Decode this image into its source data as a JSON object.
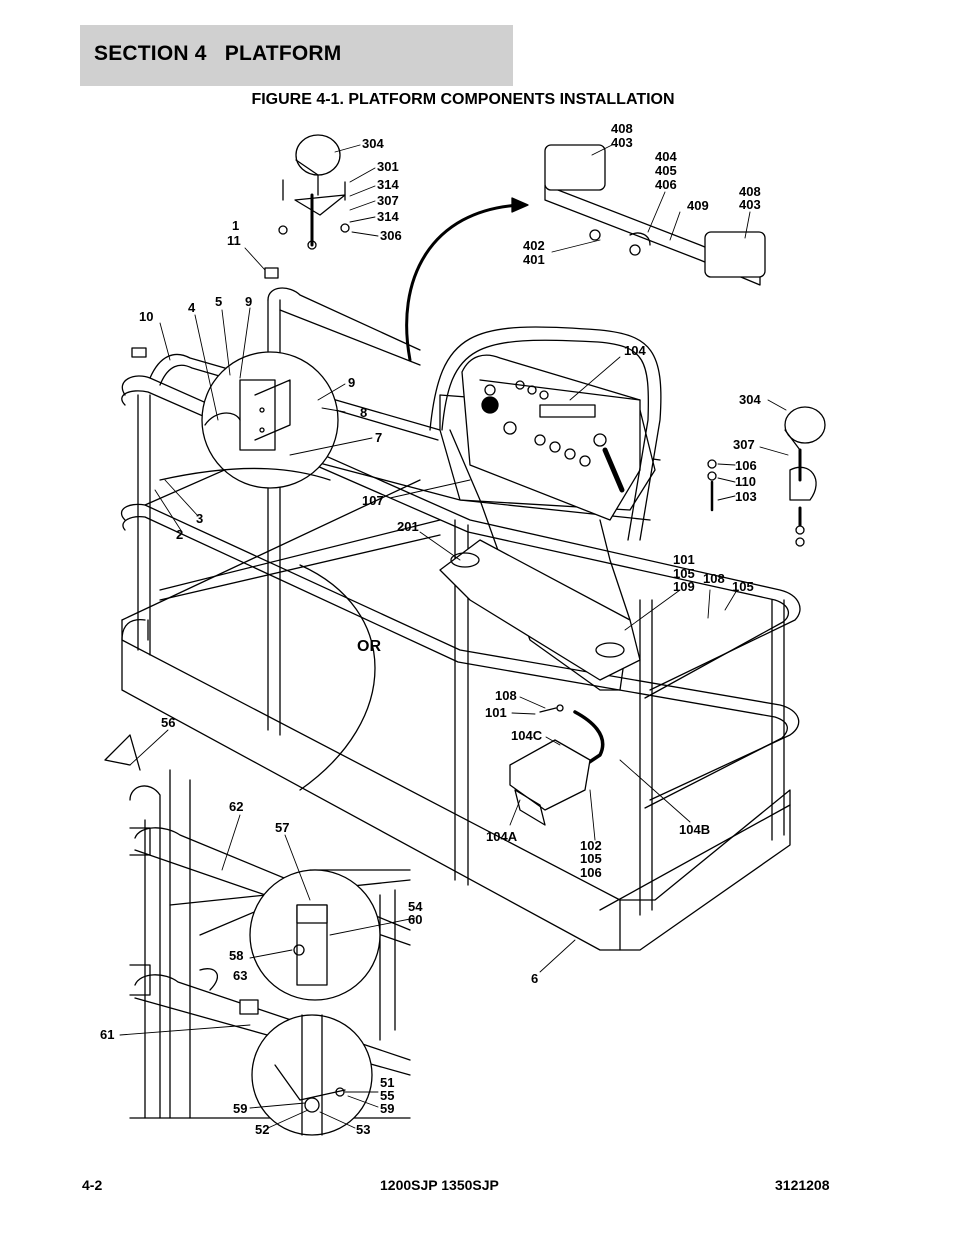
{
  "header": {
    "section_title": "SECTION 4   PLATFORM",
    "figure_title": "FIGURE 4-1. PLATFORM COMPONENTS INSTALLATION"
  },
  "callouts": {
    "c304a": "304",
    "c301": "301",
    "c314a": "314",
    "c307a": "307",
    "c314b": "314",
    "c306": "306",
    "c1": "1",
    "c11": "11",
    "c408a": "408",
    "c403a": "403",
    "c404": "404",
    "c405": "405",
    "c406": "406",
    "c409": "409",
    "c408b": "408",
    "c403b": "403",
    "c402": "402",
    "c401": "401",
    "c10": "10",
    "c4": "4",
    "c5": "5",
    "c9a": "9",
    "c9b": "9",
    "c8": "8",
    "c7": "7",
    "c104": "104",
    "c304b": "304",
    "c307b": "307",
    "c106a": "106",
    "c110": "110",
    "c103": "103",
    "c107": "107",
    "c3": "3",
    "c2": "2",
    "c201": "201",
    "c101a": "101",
    "c105a": "105",
    "c109": "109",
    "c108a": "108",
    "c105b": "105",
    "or": "OR",
    "c108b": "108",
    "c101b": "101",
    "c104c": "104C",
    "c104a": "104A",
    "c104b": "104B",
    "c102": "102",
    "c105c": "105",
    "c106b": "106",
    "c56": "56",
    "c62": "62",
    "c57": "57",
    "c54": "54",
    "c60": "60",
    "c58": "58",
    "c63": "63",
    "c6": "6",
    "c61": "61",
    "c51": "51",
    "c55": "55",
    "c59a": "59",
    "c59b": "59",
    "c52": "52",
    "c53": "53"
  },
  "footer": {
    "page_number": "4-2",
    "model": "1200SJP 1350SJP",
    "doc_number": "3121208"
  },
  "colors": {
    "header_bg": "#d0d0d0",
    "line": "#000000"
  }
}
